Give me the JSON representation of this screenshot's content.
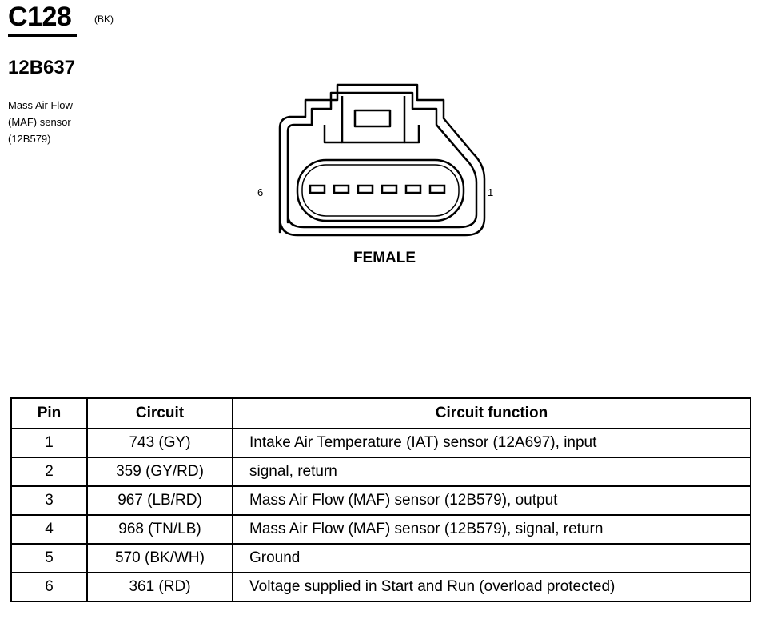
{
  "connector": {
    "id": "C128",
    "color": "(BK)",
    "part_number": "12B637",
    "description": [
      "Mass Air Flow",
      "(MAF) sensor",
      "(12B579)"
    ],
    "view_label": "FEMALE",
    "pin_left_label": "6",
    "pin_right_label": "1"
  },
  "table": {
    "headers": {
      "pin": "Pin",
      "circuit": "Circuit",
      "function": "Circuit function"
    },
    "rows": [
      {
        "pin": "1",
        "circuit": "743 (GY)",
        "function": "Intake Air Temperature (IAT) sensor (12A697), input"
      },
      {
        "pin": "2",
        "circuit": "359 (GY/RD)",
        "function": "signal, return"
      },
      {
        "pin": "3",
        "circuit": "967 (LB/RD)",
        "function": "Mass Air Flow (MAF) sensor (12B579), output"
      },
      {
        "pin": "4",
        "circuit": "968 (TN/LB)",
        "function": "Mass Air Flow (MAF) sensor (12B579), signal, return"
      },
      {
        "pin": "5",
        "circuit": "570 (BK/WH)",
        "function": "Ground"
      },
      {
        "pin": "6",
        "circuit": "361 (RD)",
        "function": "Voltage supplied in Start and Run (overload protected)"
      }
    ]
  }
}
